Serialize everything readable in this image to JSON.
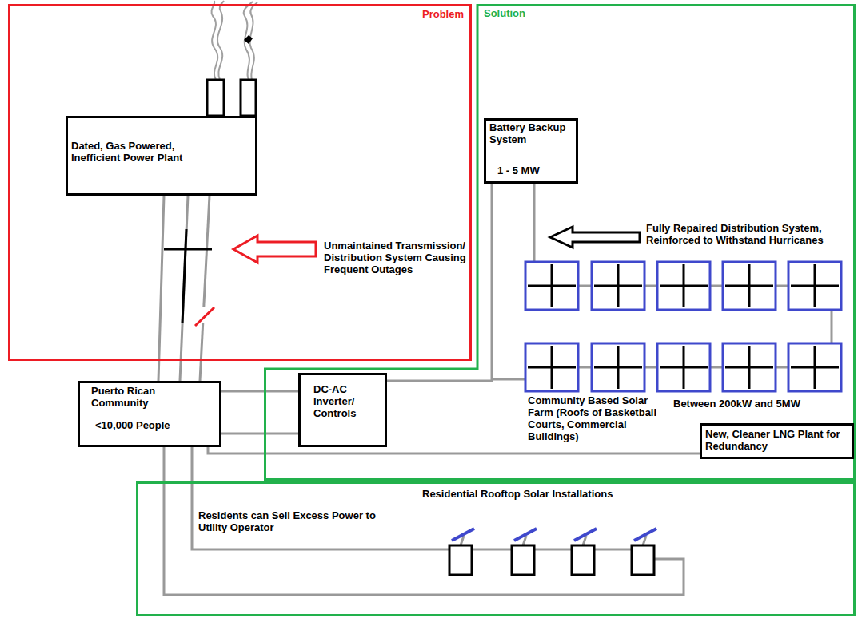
{
  "diagram": {
    "nodes": [
      {
        "text": [
          "Problem"
        ]
      },
      {
        "text": [
          "Dated, Gas Powered, Inefficient Power Plant"
        ],
        "in": 0
      },
      {
        "text": [
          "Solution"
        ]
      },
      {
        "text": [
          "Battery Backup System",
          "1 - 5 MW"
        ],
        "in": 2
      },
      {
        "text": [
          "Puerto Rican Community",
          "<10,000 People"
        ]
      },
      {
        "text": [
          "DC-AC Inverter/ Controls"
        ],
        "in": 2
      },
      {
        "text": [
          "New, Cleaner LNG Plant for Redundancy"
        ],
        "in": 2
      },
      {
        "text": [
          "Residential Rooftop Solar Installations"
        ]
      }
    ],
    "edges": [
      {
        "from": 1,
        "to": 4,
        "arrow": "none"
      },
      {
        "from": 1,
        "to": 4,
        "arrow": "none"
      },
      {
        "from": 1,
        "to": 4,
        "arrow": "none"
      },
      {
        "from": 4,
        "to": 5,
        "arrow": "none"
      },
      {
        "from": 4,
        "to": 5,
        "arrow": "none"
      },
      {
        "from": 5,
        "to": 3,
        "arrow": "none"
      },
      {
        "from": 4,
        "to": 6,
        "arrow": "none"
      },
      {
        "from": 4,
        "to": 7,
        "arrow": "none"
      },
      {
        "from": 4,
        "to": 7,
        "arrow": "none"
      }
    ],
    "labels": [
      "Unmaintained Transmission/ Distribution System Causing Frequent Outages",
      "Fully Repaired Distribution System, Reinforced to Withstand Hurricanes",
      "Community Based Solar Farm (Roofs of Basketball Courts, Commercial Buildings)",
      "Between 200kW and 5MW",
      "Residents can Sell Excess Power to Utility Operator"
    ]
  }
}
